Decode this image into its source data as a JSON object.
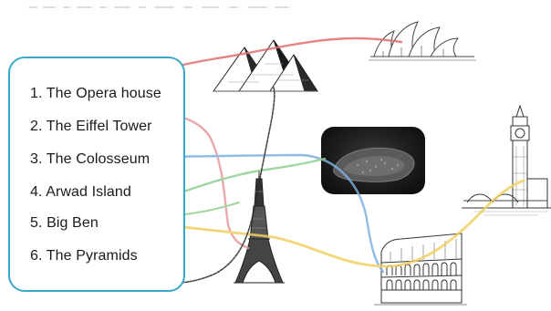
{
  "list": {
    "items": [
      "1. The Opera house",
      "2. The Eiffel Tower",
      "3. The Colosseum",
      "4. Arwad Island",
      "5. Big Ben",
      "6. The Pyramids"
    ]
  },
  "landmarks": [
    {
      "name": "opera-house-drawing",
      "icon": "opera-house-icon"
    },
    {
      "name": "pyramids-drawing",
      "icon": "pyramids-icon"
    },
    {
      "name": "eiffel-tower-drawing",
      "icon": "eiffel-tower-icon"
    },
    {
      "name": "arwad-island-photo",
      "icon": "island-photo"
    },
    {
      "name": "big-ben-drawing",
      "icon": "big-ben-icon"
    },
    {
      "name": "colosseum-drawing",
      "icon": "colosseum-icon"
    }
  ],
  "colors": {
    "box_border": "#3aa8c8",
    "line_red": "#e07070",
    "line_black": "#2a2a2a",
    "line_blue": "#7fb0e0",
    "line_green": "#8ed08e",
    "line_yellow": "#f0d060",
    "line_pink": "#e89a9a"
  }
}
